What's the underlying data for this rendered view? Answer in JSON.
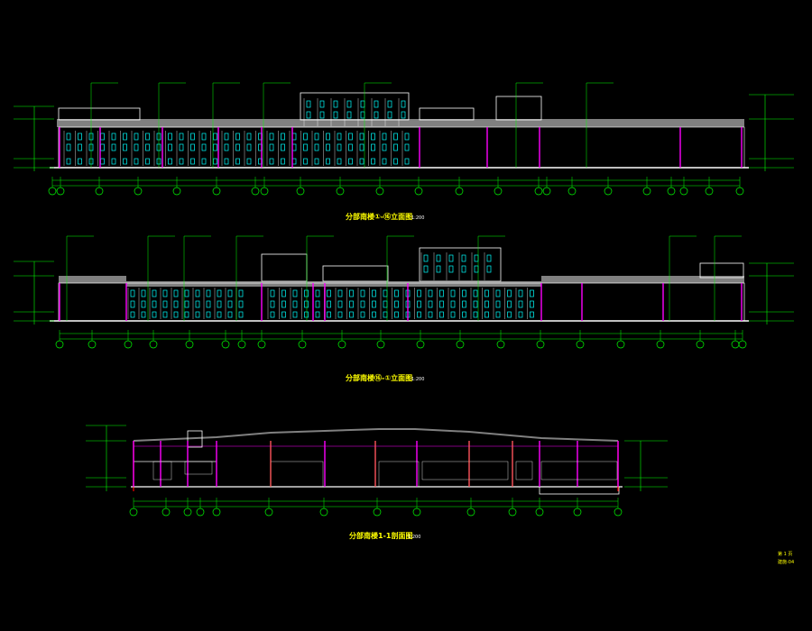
{
  "drawing": {
    "elevation_a_title": "分部南楼①-⑯立面图",
    "elevation_a_scale": "1:200",
    "elevation_b_title": "分部南楼⑯-①立面图",
    "elevation_b_scale": "1:200",
    "section_title": "分部南楼1-1剖面图",
    "section_scale": "1:200",
    "sheet_number": "第 1 页",
    "sheet_code": "建施-04"
  },
  "colors": {
    "background": "#000000",
    "axis": "#00ff00",
    "wall": "#ffffff",
    "column": "#ff00ff",
    "window": "#00ffff",
    "roof": "#808080",
    "section_cut": "#ff0000",
    "title": "#ffff00",
    "beam": "#ff8000"
  }
}
